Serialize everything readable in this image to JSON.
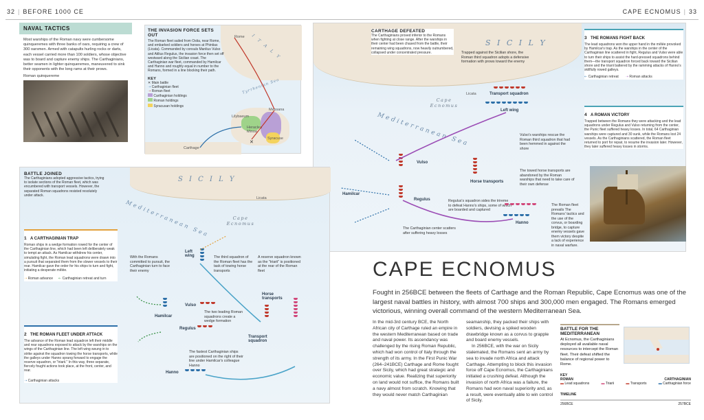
{
  "header": {
    "page_left": "32",
    "section_left": "BEFORE 1000 CE",
    "section_right": "CAPE ECNOMUS",
    "page_right": "33"
  },
  "naval": {
    "title": "NAVAL TACTICS",
    "text": "Most warships of the Roman navy were cumbersome quinqueremes with three banks of oars, requiring a crew of 300 oarsmen. Armed with catapults hurling rocks or darts, each vessel carried more than 100 soldiers, whose objective was to board and capture enemy ships. The Carthaginians, better seamen in lighter quinqueremes, maneuvered to sink their opponents with the long rams at their prows.",
    "caption": "Roman quinquereme"
  },
  "invasion": {
    "title": "THE INVASION FORCE SETS OUT",
    "text": "The Roman fleet sailed from Ostia, near Rome, and embarked soldiers and horses at Phintias (Licata). Commanded by consuls Manlius Vulso and Atilius Regulus, the invasion force then set off westward along the Sicilian coast. The Carthaginian war fleet, commanded by Hamilcar and Hanno and roughly equal in number to the Romans, formed in a line blocking their path.",
    "key_title": "KEY",
    "key": [
      "Main battle",
      "Carthaginian fleet",
      "Roman fleet",
      "Carthaginian holdings",
      "Roman holdings",
      "Syracusan holdings"
    ],
    "places": [
      "Rome",
      "Tyrrhenian Sea",
      "Messana",
      "Lilybaeum",
      "Heraclea Minoa",
      "Syracuse",
      "Carthage"
    ],
    "italy": "I T A L Y"
  },
  "carthage": {
    "title": "CARTHAGE DEFEATED",
    "text": "The Carthaginians proved inferior to the Romans when fighting at close range. After the warships in their center had been chased from the battle, their remaining wing squadrons, now heavily outnumbered, collapsed under concentrated pressure.",
    "sicily": "S I C I L Y",
    "licata": "Licata",
    "cape": "Cape Ecnomus",
    "sea": "Mediterranean Sea",
    "labels": {
      "trapped": "Trapped against the Sicilian shore, the Roman third squadron adopts a defensive formation with prows toward the enemy",
      "vulso_rescue": "Vulso's warships rescue the Roman third squadron that had been hemmed in against the shore",
      "abandoned": "The towed horse transports are abandoned by the Roman warships that need to take care of their own defense",
      "regulus_trireme": "Regulus's squadron sides the trireme to defeat Hanno's ships, some of which are boarded and captured",
      "center_scatters": "The Carthaginian center scatters after suffering heavy losses",
      "prevails": "The Roman fleet prevails The Romans' tactics and the use of the corvus, or boarding bridge, to capture enemy vessels gave them victory despite a lack of experience in naval warfare."
    },
    "forces": [
      "Transport squadron",
      "Left wing",
      "Vulso",
      "Horse transports",
      "Hamilcar",
      "Regulus",
      "Hanno"
    ],
    "fight_back": {
      "num": "3",
      "title": "THE ROMANS FIGHT BACK",
      "text": "The lead squadrons won the upper hand in the mêlée provoked by Hamilcar's trap. As the warships in the center of the Carthaginian line scattered in fight, Regulus and Vulso were able to turn their ships to assist the hard-pressed squadrons behind them—the transport squadron forced back toward the Sicilian shore and the triarii battered by the ramming attacks of Hanno's skillfully rowed galleys.",
      "legend": [
        "Carthaginian retreat",
        "Roman attacks"
      ]
    },
    "victory": {
      "num": "4",
      "title": "A ROMAN VICTORY",
      "text": "Trapped between the Romans they were attacking and the lead squadrons under Regulus and Vulso returning from the center, the Punic fleet suffered heavy losses. In total, 64 Carthaginian warships were captured and 30 sunk, while the Romans lost 24 vessels. As the Carthaginians scattered, the Roman fleet returned to port for repair, to resume the invasion later. However, they later suffered heavy losses in storms."
    }
  },
  "battle": {
    "title": "BATTLE JOINED",
    "text": "The Carthaginians adopted aggressive tactics, trying to isolate sections of the Roman fleet, which was encumbered with transport vessels. However, the separated Roman squadrons resisted resolutely under attack.",
    "sicily": "S I C I L Y",
    "licata": "Licata",
    "cape": "Cape Ecnomus",
    "sea": "Mediterranean Sea",
    "trap": {
      "num": "1",
      "title": "A CARTHAGINIAN TRAP",
      "text": "Roman ships in a wedge formation rowed for the center of the Carthaginian line, which had been left deliberately weak to tempt an attack. As Hamilcar withdrew his center, simulating fight, the Roman lead squadrons were drawn into a pursuit that separated them from the slower vessels to their rear. Hamilcar gave the order for his ships to turn and fight, initiating a desperate mêlée.",
      "legend": [
        "Roman advance",
        "Carthaginian retreat and turn"
      ]
    },
    "under_attack": {
      "num": "2",
      "title": "THE ROMAN FLEET UNDER ATTACK",
      "text": "The advance of the Roman lead squadron left their middle and rear squadrons exposed to attack by the warships on the wings of the Carthaginian line. The left wing swung in to strike against the squadron towing the horse transports, while the galleys under Hanno sprang forward to engage the reserve squadron, or \"triarii.\" In this way, three separate, fiercely fought actions took place, at the front, center, and rear.",
      "legend": [
        "Carthaginian attacks"
      ]
    },
    "labels": {
      "committed": "With the Romans committed to pursuit, the Carthaginian turn to face their enemy",
      "third_squadron": "The third squadron of the Roman fleet has the task of towing horse transports",
      "reserve": "A reserve squadron known as the \"triarii\" is positioned at the rear of the Roman fleet",
      "two_leading": "The two leading Roman squadrons create a wedge formation",
      "fastest": "The fastest Carthaginian ships are positioned on the right of their line under Hamilcar's colleague Hanno"
    },
    "forces": [
      "Left wing",
      "Vulso",
      "Hamilcar",
      "Regulus",
      "Horse transports",
      "Transport squadron",
      "Hanno"
    ]
  },
  "main": {
    "title": "CAPE ECNOMUS",
    "intro": "Fought in 256BCE between the fleets of Carthage and the Roman Republic, Cape Ecnomus was one of the largest naval battles in history, with almost 700 ships and 300,000 men engaged. The Romans emerged victorious, winning overall command of the western Mediterranean Sea.",
    "col1": "In the mid-3rd century BCE, the North African city of Carthage ruled an empire in the western Mediterranean based on trade and naval power. Its ascendancy was challenged by the rising Roman Republic, which had won control of Italy through the strength of its army. In the First Punic War (264–241BCE) Carthage and Rome fought over Sicily, which had great strategic and economic value. Realizing that superiority on land would not suffice, the Romans built a navy almost from scratch. Knowing that they would never match Carthaginian",
    "col2_a": "seamanship, they packed their ships with soldiers, devising a spiked wooden drawbridge known as a corvus to grapple and board enemy vessels.",
    "col2_b": "In 256BCE, with the war on Sicily stalemated, the Romans sent an army by sea to invade north Africa and attack Carthage. Attempting to block this invasion force off Cape Ecnomus, the Carthaginians initiated a crushing defeat. Although the invasion of north Africa was a failure, the Romans had won naval superiority and, as a result, were eventually able to win control of Sicily."
  },
  "bfm": {
    "title": "BATTLE FOR THE MEDITERRANEAN",
    "text": "At Ecnomus, the Carthaginians deployed all available naval resources to intercept the Roman fleet. Their defeat shifted the balance of regional power to Rome.",
    "key_title": "KEY",
    "roman": "ROMAN",
    "carthaginian": "CARTHAGINIAN",
    "key_items": [
      "Lead squadrons",
      "Triarii",
      "Transports",
      "Carthaginian force"
    ],
    "timeline": "TIMELINE",
    "start": "256BCE",
    "end": "257BCE"
  },
  "colors": {
    "roman": "#c0392b",
    "carthaginian": "#2c6fa8",
    "pink": "#d1477a",
    "purple": "#8e44ad"
  }
}
